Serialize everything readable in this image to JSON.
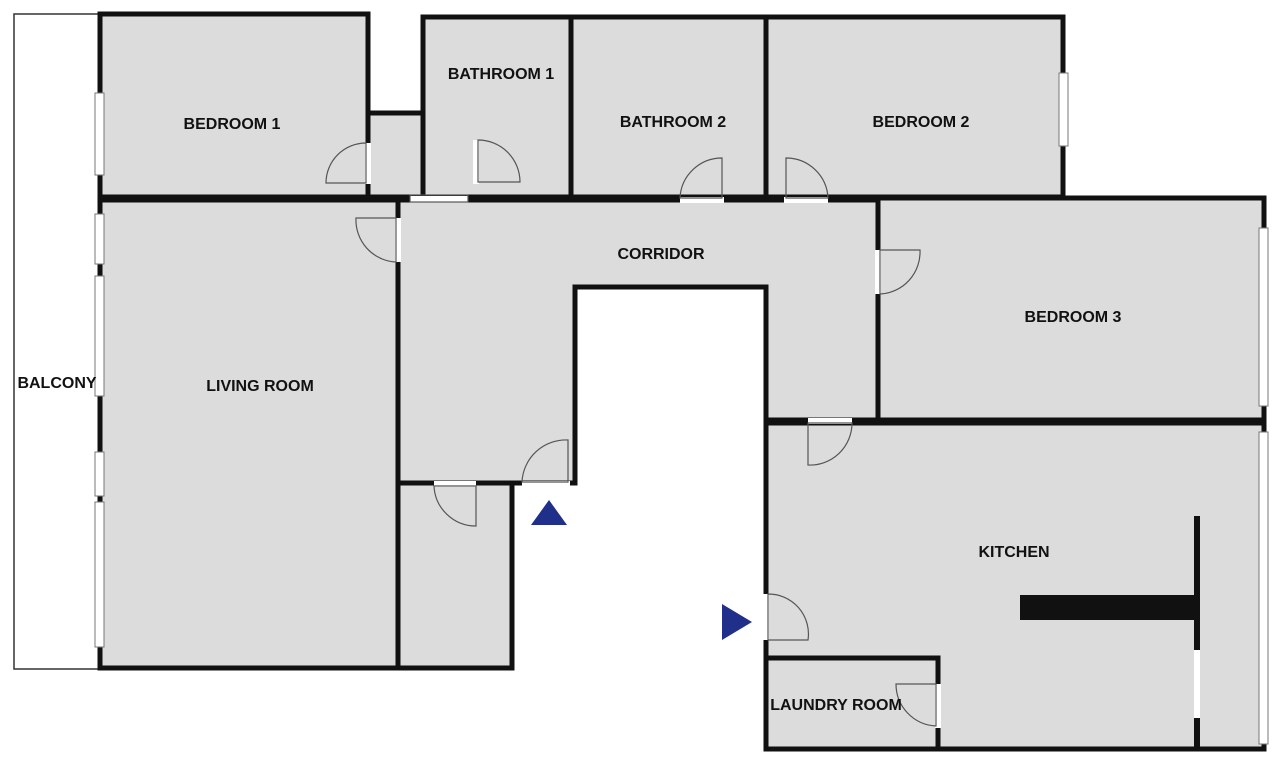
{
  "plan": {
    "rooms": {
      "bedroom1": "BEDROOM 1",
      "bathroom1": "BATHROOM 1",
      "bathroom2": "BATHROOM 2",
      "bedroom2": "BEDROOM 2",
      "corridor": "CORRIDOR",
      "bedroom3": "BEDROOM 3",
      "balcony": "BALCONY",
      "living_room": "LIVING ROOM",
      "kitchen": "KITCHEN",
      "laundry_room": "LAUNDRY ROOM"
    },
    "colors": {
      "room_fill": "#dcdcdc",
      "wall": "#111111",
      "entrance_arrow": "#1f2f8a"
    }
  }
}
